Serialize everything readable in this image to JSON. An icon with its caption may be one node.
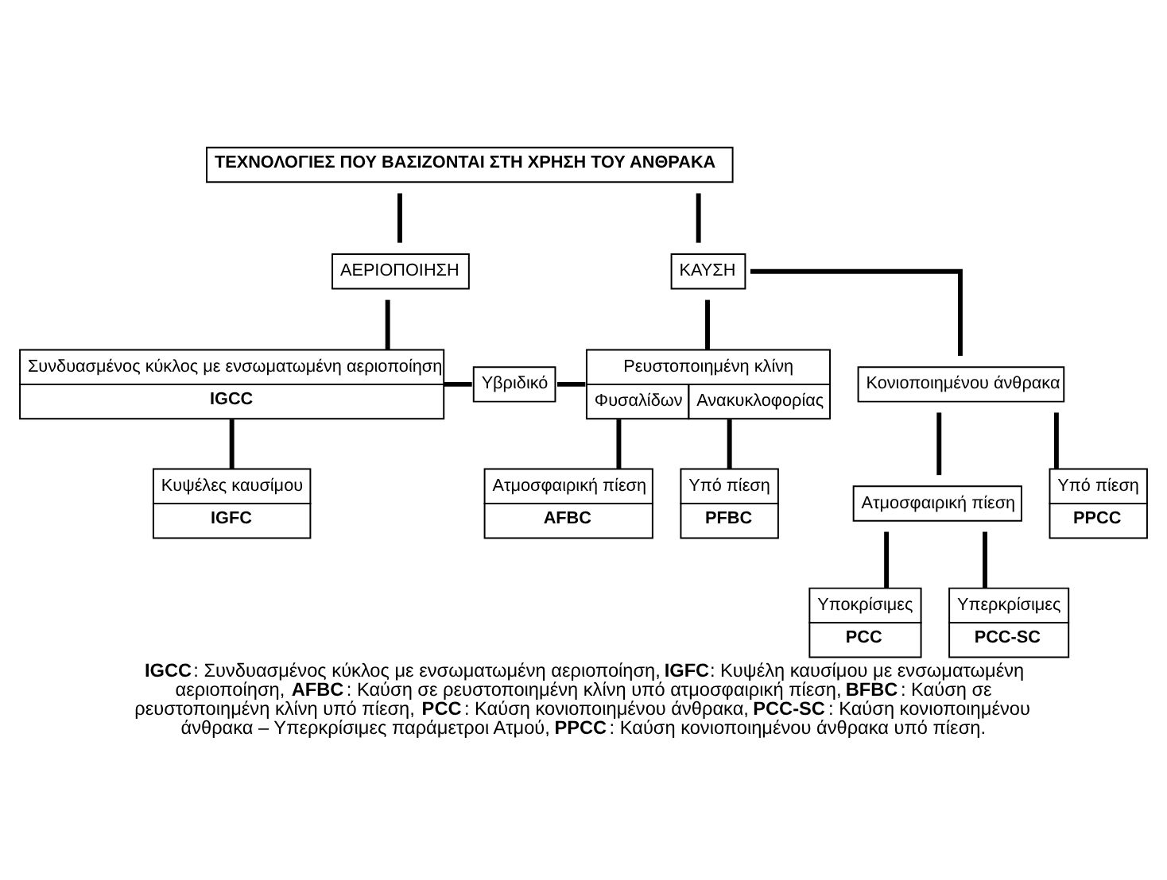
{
  "diagram": {
    "caption": "**IGCC**: Συνδυασμένος κύκλος με ενσωματωμένη αεριοποίηση, **IGFC**: Κυψέλη καυσίμου με ενσωματωμένη αεριοποίηση, **AFBC**: Καύση σε ρευστοποιημένη κλίνη υπό ατμοσφαιρική πίεση, **BFBC**: Καύση σε ρευστοποιημένη κλίνη υπό πίεση, **PCC**: Καύση κονιοποιημένου άνθρακα, **PCC-SC**: Καύση κονιοποιημένου άνθρακα – Υπερκρίσιμες παράμετροι Ατμού, **PPCC**: Καύση κονιοποιημένου άνθρακα υπό πίεση.",
    "nodes": [
      {
        "text": [
          "ΤΕΧΝΟΛΟΓΙΕΣ ΠΟΥ ΒΑΣΙΖΟΝΤΑΙ ΣΤΗ ΧΡΗΣΗ ΤΟΥ ΑΝΘΡΑΚΑ"
        ]
      },
      {
        "text": [
          "ΑΕΡΙΟΠΟΙΗΣΗ"
        ]
      },
      {
        "text": [
          "ΚΑΥΣΗ"
        ]
      },
      {
        "text": [
          "Συνδυασμένος κύκλος με ενσωματωμένη αεριοποίηση",
          "IGCC"
        ]
      },
      {
        "text": [
          "Υβριδικό"
        ]
      },
      {
        "text": [
          "Ρευστοποιημένη κλίνη",
          "Φυσαλίδων",
          "Ανακυκλοφορίας"
        ]
      },
      {
        "text": [
          "Κονιοποιημένου άνθρακα"
        ]
      },
      {
        "text": [
          "Κυψέλες καυσίμου",
          "IGFC"
        ]
      },
      {
        "text": [
          "Ατμοσφαιρική πίεση",
          "AFBC"
        ]
      },
      {
        "text": [
          "Υπό πίεση",
          "PFBC"
        ]
      },
      {
        "text": [
          "Ατμοσφαιρική πίεση"
        ]
      },
      {
        "text": [
          "Υπό πίεση",
          "PPCC"
        ]
      },
      {
        "text": [
          "Υποκρίσιμες",
          "PCC"
        ]
      },
      {
        "text": [
          "Υπερκρίσιμες",
          "PCC-SC"
        ]
      }
    ],
    "edges": [
      {
        "from": 0,
        "to": 1,
        "arrow": "none"
      },
      {
        "from": 0,
        "to": 2,
        "arrow": "none"
      },
      {
        "from": 1,
        "to": 3,
        "arrow": "none"
      },
      {
        "from": 2,
        "to": 5,
        "arrow": "none"
      },
      {
        "from": 2,
        "to": 6,
        "arrow": "none"
      },
      {
        "from": 3,
        "to": 4,
        "arrow": "none"
      },
      {
        "from": 4,
        "to": 5,
        "arrow": "none"
      },
      {
        "from": 3,
        "to": 7,
        "arrow": "none"
      },
      {
        "from": 5,
        "to": 8,
        "arrow": "none"
      },
      {
        "from": 5,
        "to": 9,
        "arrow": "none"
      },
      {
        "from": 6,
        "to": 10,
        "arrow": "none"
      },
      {
        "from": 6,
        "to": 11,
        "arrow": "none"
      },
      {
        "from": 10,
        "to": 12,
        "arrow": "none"
      },
      {
        "from": 10,
        "to": 13,
        "arrow": "none"
      }
    ]
  }
}
